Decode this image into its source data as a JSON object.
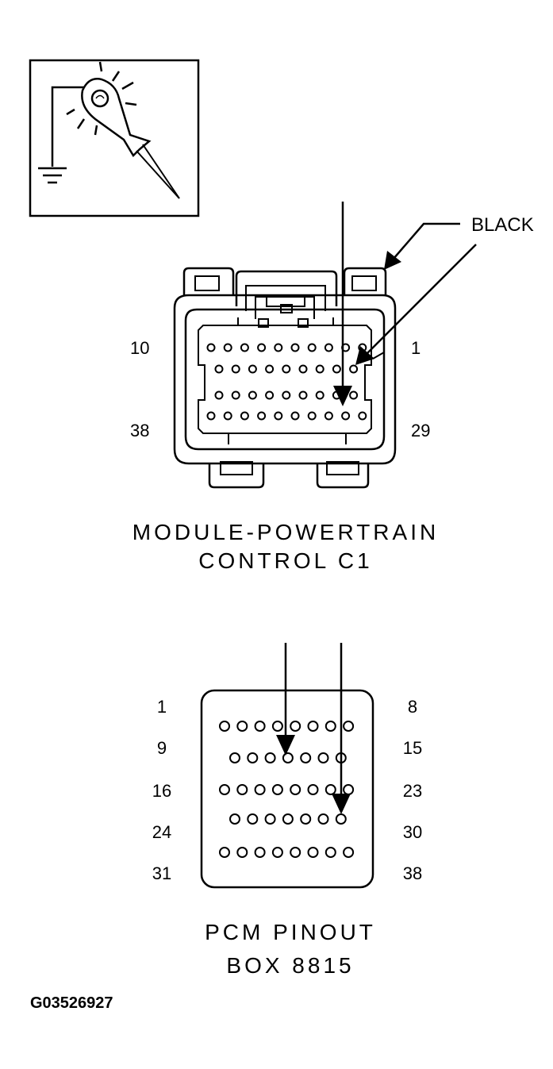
{
  "callout": {
    "wire_color": "BLACK"
  },
  "connector_c1": {
    "caption_line1": "MODULE-POWERTRAIN",
    "caption_line2": "CONTROL C1",
    "pin_labels": {
      "top_left": "10",
      "top_right": "1",
      "bottom_left": "38",
      "bottom_right": "29"
    }
  },
  "pinout_box": {
    "caption_line1": "PCM PINOUT",
    "caption_line2": "BOX 8815",
    "left_labels": [
      "1",
      "9",
      "16",
      "24",
      "31"
    ],
    "right_labels": [
      "8",
      "15",
      "23",
      "30",
      "38"
    ]
  },
  "figure_code": "G03526927",
  "icons": {
    "test_light": "test-light-probe-icon",
    "ground": "ground-symbol-icon"
  }
}
